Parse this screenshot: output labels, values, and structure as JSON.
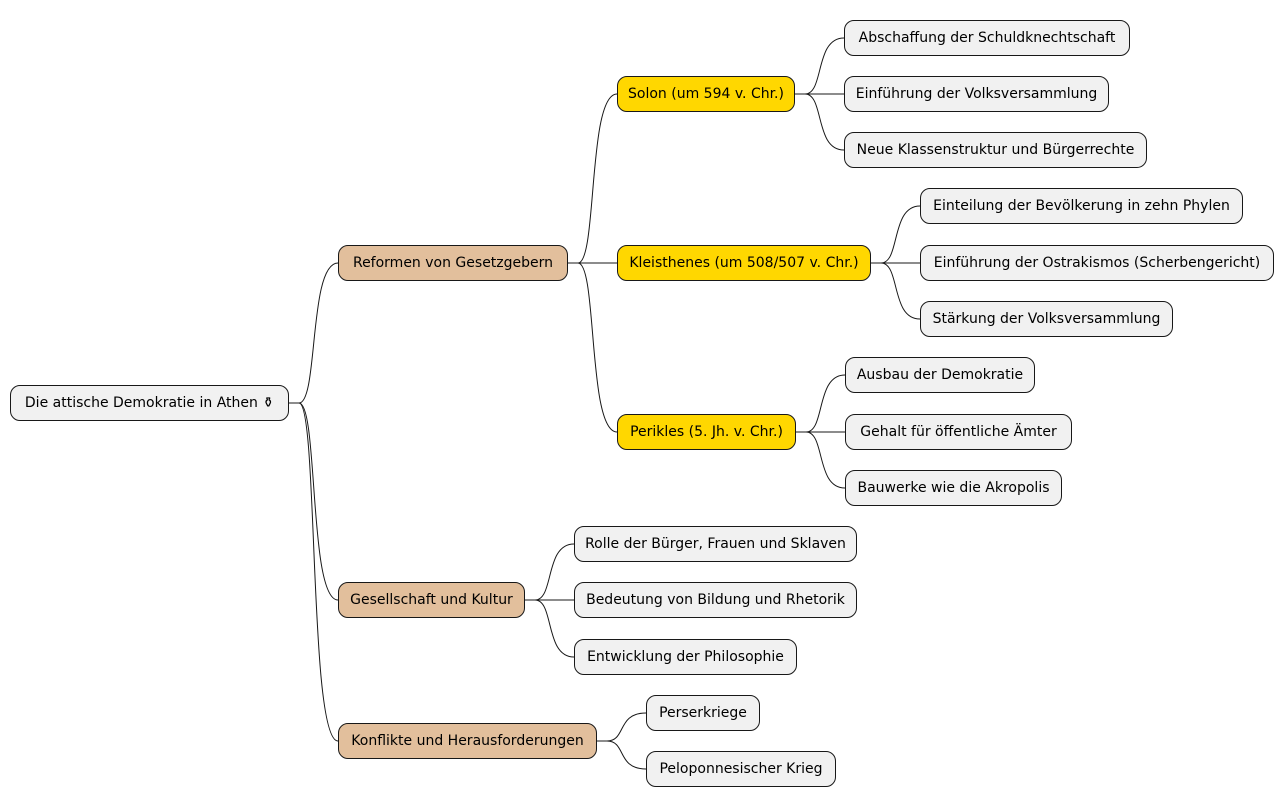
{
  "colors": {
    "root": "#f1f1f1",
    "category": "#e2bf9c",
    "person": "#ffd700",
    "leaf": "#f1f1f1",
    "line": "#181818"
  },
  "root": {
    "label": "Die attische Demokratie in Athen ⚱"
  },
  "reformen": {
    "label": "Reformen von Gesetzgebern",
    "solon": {
      "label": "Solon (um 594 v. Chr.)",
      "items": [
        "Abschaffung der Schuldknechtschaft",
        "Einführung der Volksversammlung",
        "Neue Klassenstruktur und Bürgerrechte"
      ]
    },
    "kleisthenes": {
      "label": "Kleisthenes (um 508/507 v. Chr.)",
      "items": [
        "Einteilung der Bevölkerung in zehn Phylen",
        "Einführung der Ostrakismos (Scherbengericht)",
        "Stärkung der Volksversammlung"
      ]
    },
    "perikles": {
      "label": "Perikles (5. Jh. v. Chr.)",
      "items": [
        "Ausbau der Demokratie",
        "Gehalt für öffentliche Ämter",
        "Bauwerke wie die Akropolis"
      ]
    }
  },
  "gesellschaft": {
    "label": "Gesellschaft und Kultur",
    "items": [
      "Rolle der Bürger, Frauen und Sklaven",
      "Bedeutung von Bildung und Rhetorik",
      "Entwicklung der Philosophie"
    ]
  },
  "konflikte": {
    "label": "Konflikte und Herausforderungen",
    "items": [
      "Perserkriege",
      "Peloponnesischer Krieg"
    ]
  }
}
